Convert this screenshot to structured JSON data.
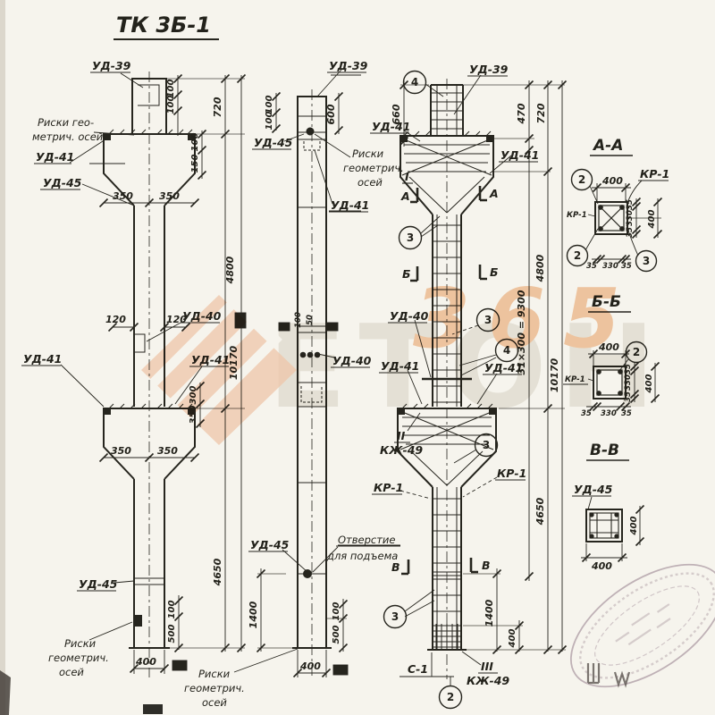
{
  "title": "ТК 3Б-1",
  "watermark": {
    "letters": "ЕТОН",
    "digits": "365",
    "accent_color": "#e8873c"
  },
  "front": {
    "ud39": "УД-39",
    "riski_top_1": "Риски гео-",
    "riski_top_2": "метрич. осей",
    "ud41_top": "УД-41",
    "ud45_top": "УД-45",
    "cap_d1": "100",
    "cap_d2": "100",
    "corbel_d1": "100",
    "corbel_d2": "150",
    "corbel_w1": "350",
    "corbel_w2": "350",
    "mid_d1": "120",
    "mid_d2": "120",
    "ud40": "УД-40",
    "ud41_mid_left": "УД-41",
    "ud41_mid_right": "УД-41",
    "mid_d3": "300",
    "mid_d4": "350",
    "mid_w1": "350",
    "mid_w2": "350",
    "ud45_low": "УД-45",
    "low_d1": "100",
    "low_d2": "500",
    "width": "400",
    "riski_bot_1": "Риски",
    "riski_bot_2": "геометрич.",
    "riski_bot_3": "осей",
    "chain_1": "720",
    "chain_2": "4800",
    "chain_3": "10170",
    "chain_4": "4650"
  },
  "side": {
    "ud39": "УД-39",
    "cap_d1": "100",
    "cap_d2": "100",
    "cap_d3": "600",
    "ud45_top": "УД-45",
    "riski_top_1": "Риски",
    "riski_top_2": "геометрич.",
    "riski_top_3": "осей",
    "ud41": "УД-41",
    "mid_d1": "100",
    "mid_d2": "50",
    "ud40": "УД-40",
    "ud45_low": "УД-45",
    "hole_1": "Отверстие",
    "hole_2": "для подъема",
    "low_d1": "1400",
    "low_d2": "100",
    "low_d3": "500",
    "width": "400",
    "riski_bot_1": "Риски",
    "riski_bot_2": "геометрич.",
    "riski_bot_3": "осей"
  },
  "rebar": {
    "mark4_top": "4",
    "ud39": "УД-39",
    "ud41_top_left": "УД-41",
    "ud41_top_right": "УД-41",
    "d660": "660",
    "d470": "470",
    "d720": "720",
    "roman1": "I",
    "secA": "А",
    "secB": "Б",
    "secV": "В",
    "mark3_a": "3",
    "ud40": "УД-40",
    "mark3_b": "3",
    "mark4_b": "4",
    "ud41_mid_left": "УД-41",
    "ud41_mid_right": "УД-41",
    "roman2": "II",
    "kj49_top": "КЖ-49",
    "mark3_c": "3",
    "kr1_left": "КР-1",
    "kr1_right": "КР-1",
    "mark3_d": "3",
    "d1400": "1400",
    "d400": "400",
    "s1": "С-1",
    "mark2": "2",
    "roman3": "III",
    "kj49_bot": "КЖ-49",
    "chain_1": "4800",
    "chain_2": "31×300 = 9300",
    "chain_3": "10170",
    "chain_4": "4650"
  },
  "sections": {
    "aa": {
      "title": "А-А",
      "mark2_top": "2",
      "mark2_bot": "2",
      "mark3": "3",
      "kr1_a": "КР-1",
      "kr1_b": "КР-1",
      "w": "400",
      "s1": "35",
      "s2": "330",
      "s3": "35",
      "h": "400",
      "b1": "35",
      "b2": "330",
      "b3": "35"
    },
    "bb": {
      "title": "Б-Б",
      "mark2": "2",
      "kr1": "КР-1",
      "w": "400",
      "s1": "35",
      "s2": "330",
      "s3": "35",
      "h": "400",
      "b1": "35",
      "b2": "330",
      "b3": "35"
    },
    "vv": {
      "title": "В-В",
      "ud45": "УД-45",
      "h": "400",
      "w": "400"
    }
  }
}
